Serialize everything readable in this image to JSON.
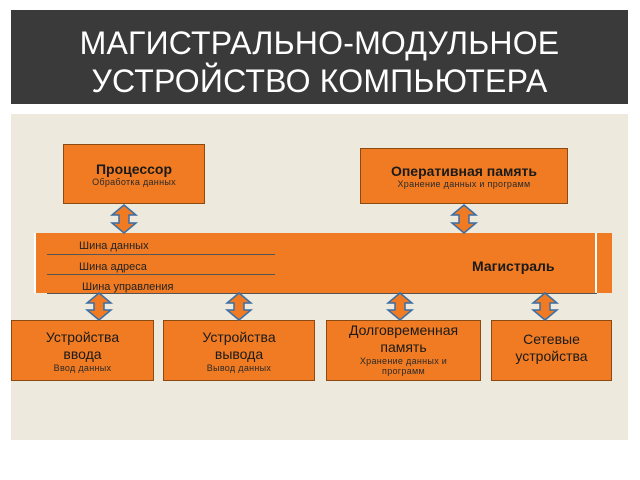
{
  "title": {
    "line1": "МАГИСТРАЛЬНО-МОДУЛЬНОЕ",
    "line2": "УСТРОЙСТВО КОМПЬЮТЕРА"
  },
  "cpu": {
    "name": "Процессор",
    "sub": "Обработка данных"
  },
  "ram": {
    "name": "Оперативная память",
    "sub": "Хранение данных и программ"
  },
  "bus": {
    "name": "Магистраль",
    "lines": [
      "Шина данных",
      "Шина адреса",
      "Шина управления"
    ]
  },
  "devices": [
    {
      "name1": "Устройства",
      "name2": "ввода",
      "sub1": "Ввод данных",
      "sub2": ""
    },
    {
      "name1": "Устройства",
      "name2": "вывода",
      "sub1": "Вывод данных",
      "sub2": ""
    },
    {
      "name1": "Долговременная",
      "name2": "память",
      "sub1": "Хранение данных и",
      "sub2": "программ"
    },
    {
      "name1": "Сетевые",
      "name2": "устройства",
      "sub1": "",
      "sub2": ""
    }
  ],
  "colors": {
    "title_bg": "#3a3a3a",
    "box_fill": "#f07b22",
    "stage_bg": "#ede9dc",
    "arrow_fill": "#f07b22"
  }
}
